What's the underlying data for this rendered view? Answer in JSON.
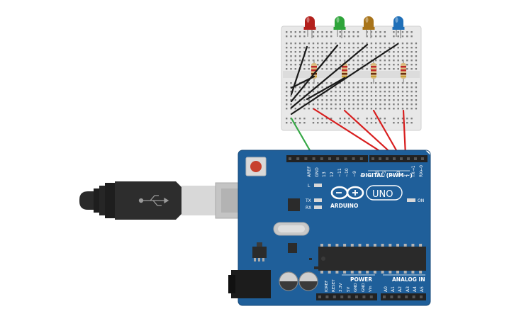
{
  "board": {
    "brand": "ARDUINO",
    "model": "UNO",
    "digital_label": "DIGITAL (PWM ~)",
    "analog_label": "ANALOG IN",
    "power_label": "POWER",
    "on_label": "ON",
    "led_labels": [
      "L",
      "TX",
      "RX"
    ],
    "top_pins": [
      "AREF",
      "GND",
      "13",
      "12",
      "~11",
      "~10",
      "~9",
      "8",
      "7",
      "~6",
      "~5",
      "4",
      "~3",
      "2",
      "TX→1",
      "RX←0"
    ],
    "power_pins": [
      "IOREF",
      "RESET",
      "3.3V",
      "5V",
      "GND",
      "GND",
      "Vin"
    ],
    "analog_pins": [
      "A0",
      "A1",
      "A2",
      "A3",
      "A4",
      "A5"
    ]
  },
  "leds": [
    {
      "color": "red",
      "hex": "#b3201c"
    },
    {
      "color": "green",
      "hex": "#2ea43a"
    },
    {
      "color": "yellow",
      "hex": "#a8741a"
    },
    {
      "color": "blue",
      "hex": "#1f6fb8"
    }
  ],
  "colors": {
    "board": "#1f5f9a",
    "breadboard": "#ececec",
    "wire_red": "#d81e1e",
    "wire_black": "#1a1a1a",
    "wire_green": "#35a845"
  },
  "icons": [
    "usb-cable",
    "usb-icon",
    "reset-button",
    "power-jack",
    "capacitor",
    "chip-atmega"
  ]
}
